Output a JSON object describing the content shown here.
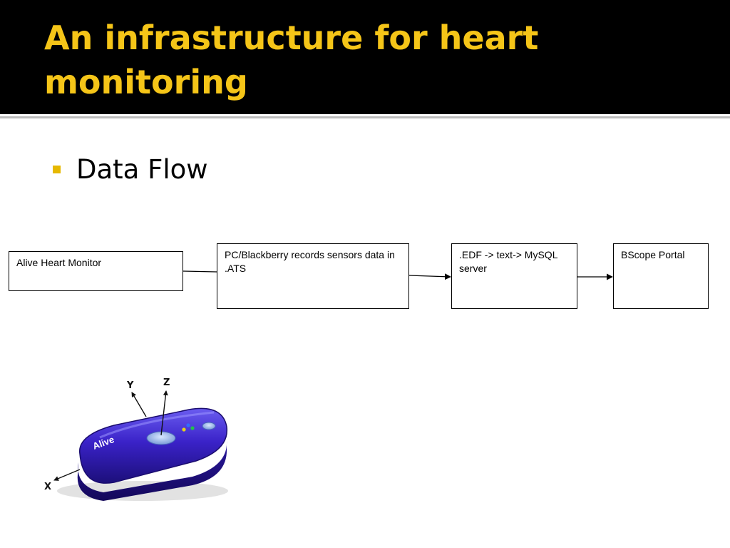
{
  "slide": {
    "title": "An infrastructure for heart monitoring",
    "bullet": "Data Flow"
  },
  "flow": {
    "boxes": [
      {
        "id": "monitor",
        "label": "Alive Heart Monitor"
      },
      {
        "id": "pc",
        "label": "PC/Blackberry records sensors data in .ATS"
      },
      {
        "id": "edf",
        "label": ".EDF -> text-> MySQL server"
      },
      {
        "id": "bscope",
        "label": "BScope Portal"
      }
    ]
  },
  "device": {
    "brand": "Alive",
    "axes": {
      "x": "X",
      "y": "Y",
      "z": "Z"
    }
  },
  "colors": {
    "title": "#f5c518",
    "header_bg": "#000000",
    "bullet": "#e6b800",
    "device_body": "#3a22c8"
  }
}
